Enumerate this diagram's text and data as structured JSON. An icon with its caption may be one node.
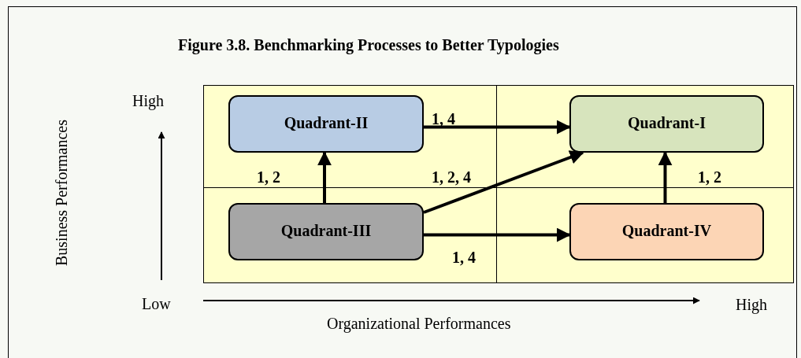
{
  "diagram": {
    "title": "Figure 3.8. Benchmarking Processes to Better Typologies",
    "nodes": [
      {
        "text": [
          "Quadrant-II"
        ]
      },
      {
        "text": [
          "Quadrant-I"
        ]
      },
      {
        "text": [
          "Quadrant-III"
        ]
      },
      {
        "text": [
          "Quadrant-IV"
        ]
      }
    ],
    "edges": [
      {
        "from": 0,
        "to": 1,
        "arrow": "to",
        "label": "1, 4"
      },
      {
        "from": 2,
        "to": 0,
        "arrow": "to",
        "label": "1, 2"
      },
      {
        "from": 2,
        "to": 1,
        "arrow": "to",
        "label": "1, 2, 4"
      },
      {
        "from": 3,
        "to": 1,
        "arrow": "to",
        "label": "1, 2"
      },
      {
        "from": 2,
        "to": 3,
        "arrow": "to",
        "label": "1, 4"
      }
    ],
    "labels": [
      "High",
      "Business Performances",
      "Low",
      "High",
      "Organizational Performances"
    ]
  }
}
